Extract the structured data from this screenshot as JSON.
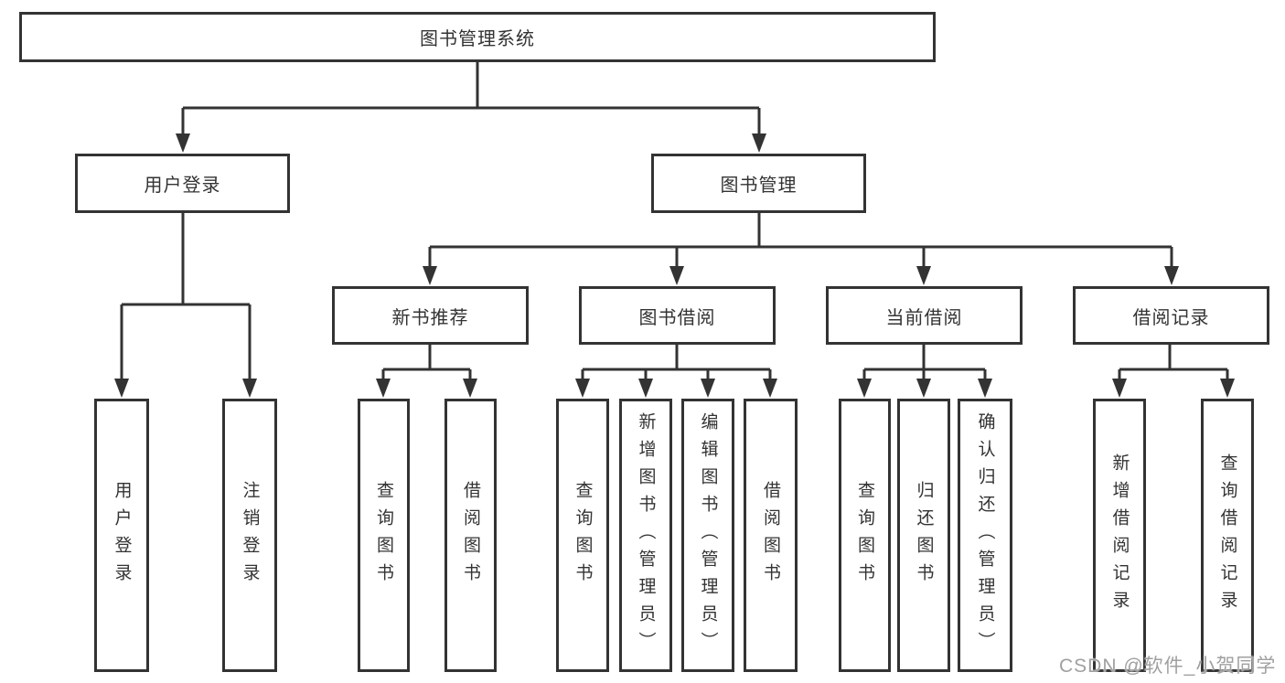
{
  "diagram": {
    "root": {
      "label": "图书管理系统"
    },
    "level1": [
      {
        "label": "用户登录"
      },
      {
        "label": "图书管理"
      }
    ],
    "level2": [
      {
        "label": "新书推荐"
      },
      {
        "label": "图书借阅"
      },
      {
        "label": "当前借阅"
      },
      {
        "label": "借阅记录"
      }
    ],
    "leaves": [
      {
        "label": "用户登录"
      },
      {
        "label": "注销登录"
      },
      {
        "label": "查询图书"
      },
      {
        "label": "借阅图书"
      },
      {
        "label": "查询图书"
      },
      {
        "label": "新增图书（管理员）"
      },
      {
        "label": "编辑图书（管理员）"
      },
      {
        "label": "借阅图书"
      },
      {
        "label": "查询图书"
      },
      {
        "label": "归还图书"
      },
      {
        "label": "确认归还（管理员）"
      },
      {
        "label": "新增借阅记录"
      },
      {
        "label": "查询借阅记录"
      }
    ],
    "watermark": "CSDN @软件_小贺同学",
    "colors": {
      "line": "#333333",
      "text": "#333333",
      "watermark": "#a0a0a0",
      "background": "#ffffff"
    }
  }
}
